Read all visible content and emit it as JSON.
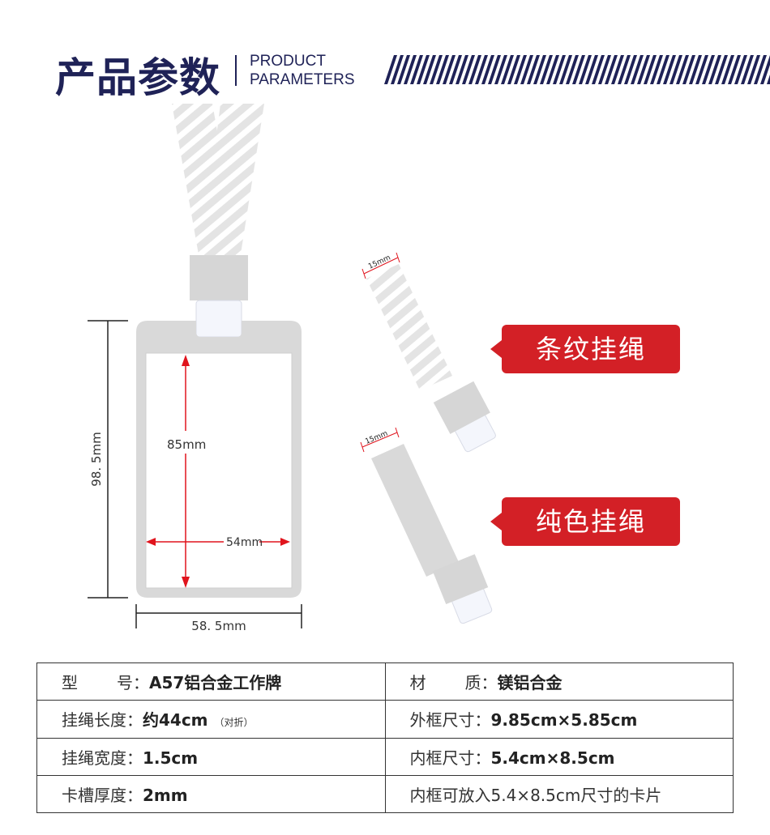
{
  "header": {
    "title_cn": "产品参数",
    "title_en_line1": "PRODUCT",
    "title_en_line2": "PARAMETERS"
  },
  "diagram": {
    "height_label": "98. 5mm",
    "inner_height_label": "85mm",
    "inner_width_label": "54mm",
    "outer_width_label": "58. 5mm",
    "strap_width_label_1": "15mm",
    "strap_width_label_2": "15mm"
  },
  "tags": {
    "striped": "条纹挂绳",
    "plain": "纯色挂绳"
  },
  "specs": {
    "rows": [
      [
        {
          "label_a": "型",
          "label_b": "号：",
          "value": "A57铝合金工作牌",
          "note": ""
        },
        {
          "label_a": "材",
          "label_b": "质：",
          "value": "镁铝合金",
          "note": ""
        }
      ],
      [
        {
          "label_a": "挂绳长度：",
          "label_b": "",
          "value": "约44cm",
          "note": "（对折）"
        },
        {
          "label_a": "外框尺寸：",
          "label_b": "",
          "value": "9.85cm×5.85cm",
          "note": ""
        }
      ],
      [
        {
          "label_a": "挂绳宽度：",
          "label_b": "",
          "value": "1.5cm",
          "note": ""
        },
        {
          "label_a": "内框尺寸：",
          "label_b": "",
          "value": "5.4cm×8.5cm",
          "note": ""
        }
      ],
      [
        {
          "label_a": "卡槽厚度：",
          "label_b": "",
          "value": "2mm",
          "note": ""
        },
        {
          "label_a": "内框可放入5.4×8.5cm尺寸的卡片",
          "label_b": "",
          "value": "",
          "note": ""
        }
      ]
    ]
  },
  "colors": {
    "brand_navy": "#1f2257",
    "tag_red": "#d32026",
    "dimension_red": "#e0141d",
    "strap_gray": "#d9d9d9"
  }
}
